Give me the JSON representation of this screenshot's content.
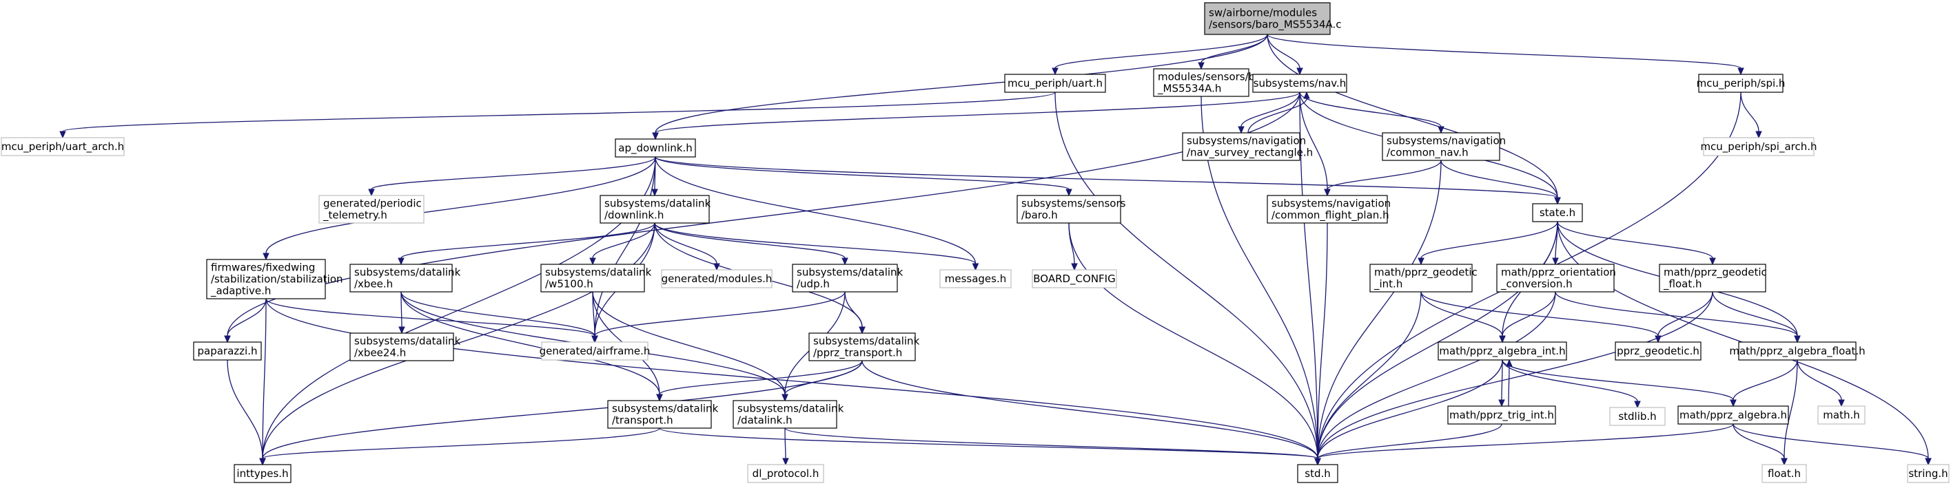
{
  "graph": {
    "root": "sw/airborne/modules/sensors/baro_MS5534A.c",
    "nodes": [
      {
        "id": "root",
        "lines": [
          "sw/airborne/modules",
          "/sensors/baro_MS5534A.c"
        ],
        "kind": "root"
      },
      {
        "id": "uart",
        "lines": [
          "mcu_periph/uart.h"
        ],
        "kind": "normal"
      },
      {
        "id": "barohdr",
        "lines": [
          "modules/sensors/baro",
          "_MS5534A.h"
        ],
        "kind": "normal"
      },
      {
        "id": "nav",
        "lines": [
          "subsystems/nav.h"
        ],
        "kind": "normal"
      },
      {
        "id": "spi",
        "lines": [
          "mcu_periph/spi.h"
        ],
        "kind": "normal"
      },
      {
        "id": "uartarch",
        "lines": [
          "mcu_periph/uart_arch.h"
        ],
        "kind": "ext"
      },
      {
        "id": "apdl",
        "lines": [
          "ap_downlink.h"
        ],
        "kind": "normal"
      },
      {
        "id": "navsurv",
        "lines": [
          "subsystems/navigation",
          "/nav_survey_rectangle.h"
        ],
        "kind": "normal"
      },
      {
        "id": "commonnav",
        "lines": [
          "subsystems/navigation",
          "/common_nav.h"
        ],
        "kind": "normal"
      },
      {
        "id": "spiarch",
        "lines": [
          "mcu_periph/spi_arch.h"
        ],
        "kind": "ext"
      },
      {
        "id": "periodic",
        "lines": [
          "generated/periodic",
          "_telemetry.h"
        ],
        "kind": "ext"
      },
      {
        "id": "dldownlink",
        "lines": [
          "subsystems/datalink",
          "/downlink.h"
        ],
        "kind": "normal"
      },
      {
        "id": "sensbaro",
        "lines": [
          "subsystems/sensors",
          "/baro.h"
        ],
        "kind": "normal"
      },
      {
        "id": "cfp",
        "lines": [
          "subsystems/navigation",
          "/common_flight_plan.h"
        ],
        "kind": "normal"
      },
      {
        "id": "state",
        "lines": [
          "state.h"
        ],
        "kind": "normal"
      },
      {
        "id": "stab",
        "lines": [
          "firmwares/fixedwing",
          "/stabilization/stabilization",
          "_adaptive.h"
        ],
        "kind": "normal"
      },
      {
        "id": "xbee",
        "lines": [
          "subsystems/datalink",
          "/xbee.h"
        ],
        "kind": "normal"
      },
      {
        "id": "w5100",
        "lines": [
          "subsystems/datalink",
          "/w5100.h"
        ],
        "kind": "normal"
      },
      {
        "id": "genmod",
        "lines": [
          "generated/modules.h"
        ],
        "kind": "ext"
      },
      {
        "id": "udp",
        "lines": [
          "subsystems/datalink",
          "/udp.h"
        ],
        "kind": "normal"
      },
      {
        "id": "messages",
        "lines": [
          "messages.h"
        ],
        "kind": "ext"
      },
      {
        "id": "boardcfg",
        "lines": [
          "BOARD_CONFIG"
        ],
        "kind": "ext"
      },
      {
        "id": "geoint",
        "lines": [
          "math/pprz_geodetic",
          "_int.h"
        ],
        "kind": "normal"
      },
      {
        "id": "orient",
        "lines": [
          "math/pprz_orientation",
          "_conversion.h"
        ],
        "kind": "normal"
      },
      {
        "id": "geofloat",
        "lines": [
          "math/pprz_geodetic",
          "_float.h"
        ],
        "kind": "normal"
      },
      {
        "id": "paparazzi",
        "lines": [
          "paparazzi.h"
        ],
        "kind": "normal"
      },
      {
        "id": "xbee24",
        "lines": [
          "subsystems/datalink",
          "/xbee24.h"
        ],
        "kind": "normal"
      },
      {
        "id": "airframe",
        "lines": [
          "generated/airframe.h"
        ],
        "kind": "ext"
      },
      {
        "id": "pprztrans",
        "lines": [
          "subsystems/datalink",
          "/pprz_transport.h"
        ],
        "kind": "normal"
      },
      {
        "id": "algint",
        "lines": [
          "math/pprz_algebra_int.h"
        ],
        "kind": "normal"
      },
      {
        "id": "geodetic",
        "lines": [
          "pprz_geodetic.h"
        ],
        "kind": "normal"
      },
      {
        "id": "algfloat",
        "lines": [
          "math/pprz_algebra_float.h"
        ],
        "kind": "normal"
      },
      {
        "id": "transport",
        "lines": [
          "subsystems/datalink",
          "/transport.h"
        ],
        "kind": "normal"
      },
      {
        "id": "datalink",
        "lines": [
          "subsystems/datalink",
          "/datalink.h"
        ],
        "kind": "normal"
      },
      {
        "id": "stdlib",
        "lines": [
          "stdlib.h"
        ],
        "kind": "ext"
      },
      {
        "id": "trigint",
        "lines": [
          "math/pprz_trig_int.h"
        ],
        "kind": "normal"
      },
      {
        "id": "algebra",
        "lines": [
          "math/pprz_algebra.h"
        ],
        "kind": "normal"
      },
      {
        "id": "mathh",
        "lines": [
          "math.h"
        ],
        "kind": "ext"
      },
      {
        "id": "inttypes",
        "lines": [
          "inttypes.h"
        ],
        "kind": "normal"
      },
      {
        "id": "dlproto",
        "lines": [
          "dl_protocol.h"
        ],
        "kind": "ext"
      },
      {
        "id": "stdh",
        "lines": [
          "std.h"
        ],
        "kind": "normal"
      },
      {
        "id": "floath",
        "lines": [
          "float.h"
        ],
        "kind": "ext"
      },
      {
        "id": "stringh",
        "lines": [
          "string.h"
        ],
        "kind": "ext"
      }
    ],
    "edges": [
      [
        "root",
        "uart"
      ],
      [
        "root",
        "barohdr"
      ],
      [
        "root",
        "nav"
      ],
      [
        "root",
        "spi"
      ],
      [
        "root",
        "apdl"
      ],
      [
        "root",
        "state"
      ],
      [
        "uart",
        "uartarch"
      ],
      [
        "uart",
        "stdh"
      ],
      [
        "barohdr",
        "stdh"
      ],
      [
        "nav",
        "apdl"
      ],
      [
        "nav",
        "navsurv"
      ],
      [
        "nav",
        "commonnav"
      ],
      [
        "nav",
        "cfp"
      ],
      [
        "nav",
        "state"
      ],
      [
        "nav",
        "stdh"
      ],
      [
        "nav",
        "paparazzi"
      ],
      [
        "navsurv",
        "nav"
      ],
      [
        "spi",
        "spiarch"
      ],
      [
        "spi",
        "stdh"
      ],
      [
        "apdl",
        "periodic"
      ],
      [
        "apdl",
        "dldownlink"
      ],
      [
        "apdl",
        "sensbaro"
      ],
      [
        "apdl",
        "state"
      ],
      [
        "apdl",
        "stab"
      ],
      [
        "apdl",
        "messages"
      ],
      [
        "apdl",
        "airframe"
      ],
      [
        "apdl",
        "inttypes"
      ],
      [
        "commonnav",
        "cfp"
      ],
      [
        "commonnav",
        "state"
      ],
      [
        "commonnav",
        "stdh"
      ],
      [
        "cfp",
        "stdh"
      ],
      [
        "dldownlink",
        "xbee"
      ],
      [
        "dldownlink",
        "w5100"
      ],
      [
        "dldownlink",
        "genmod"
      ],
      [
        "dldownlink",
        "udp"
      ],
      [
        "dldownlink",
        "messages"
      ],
      [
        "dldownlink",
        "airframe"
      ],
      [
        "dldownlink",
        "pprztrans"
      ],
      [
        "dldownlink",
        "inttypes"
      ],
      [
        "sensbaro",
        "boardcfg"
      ],
      [
        "sensbaro",
        "stdh"
      ],
      [
        "state",
        "geoint"
      ],
      [
        "state",
        "orient"
      ],
      [
        "state",
        "geofloat"
      ],
      [
        "state",
        "algint"
      ],
      [
        "state",
        "algfloat"
      ],
      [
        "state",
        "stdh"
      ],
      [
        "state",
        "stringh"
      ],
      [
        "stab",
        "paparazzi"
      ],
      [
        "stab",
        "airframe"
      ],
      [
        "stab",
        "inttypes"
      ],
      [
        "stab",
        "stdh"
      ],
      [
        "xbee",
        "xbee24"
      ],
      [
        "xbee",
        "airframe"
      ],
      [
        "xbee",
        "transport"
      ],
      [
        "xbee",
        "datalink"
      ],
      [
        "w5100",
        "airframe"
      ],
      [
        "w5100",
        "transport"
      ],
      [
        "w5100",
        "datalink"
      ],
      [
        "udp",
        "airframe"
      ],
      [
        "udp",
        "pprztrans"
      ],
      [
        "udp",
        "datalink"
      ],
      [
        "geoint",
        "algint"
      ],
      [
        "geoint",
        "geodetic"
      ],
      [
        "geoint",
        "stdh"
      ],
      [
        "orient",
        "algint"
      ],
      [
        "orient",
        "algfloat"
      ],
      [
        "orient",
        "stdh"
      ],
      [
        "geofloat",
        "geodetic"
      ],
      [
        "geofloat",
        "algfloat"
      ],
      [
        "geofloat",
        "stdh"
      ],
      [
        "paparazzi",
        "inttypes"
      ],
      [
        "pprztrans",
        "transport"
      ],
      [
        "pprztrans",
        "datalink"
      ],
      [
        "pprztrans",
        "inttypes"
      ],
      [
        "pprztrans",
        "stdh"
      ],
      [
        "algint",
        "stdlib"
      ],
      [
        "algint",
        "trigint"
      ],
      [
        "algint",
        "algebra"
      ],
      [
        "algint",
        "stdh"
      ],
      [
        "algfloat",
        "algebra"
      ],
      [
        "algfloat",
        "mathh"
      ],
      [
        "algfloat",
        "floath"
      ],
      [
        "transport",
        "inttypes"
      ],
      [
        "transport",
        "stdh"
      ],
      [
        "datalink",
        "dlproto"
      ],
      [
        "datalink",
        "stdh"
      ],
      [
        "trigint",
        "algint"
      ],
      [
        "trigint",
        "stdh"
      ],
      [
        "algebra",
        "stdh"
      ],
      [
        "algebra",
        "floath"
      ],
      [
        "algebra",
        "stringh"
      ]
    ]
  }
}
